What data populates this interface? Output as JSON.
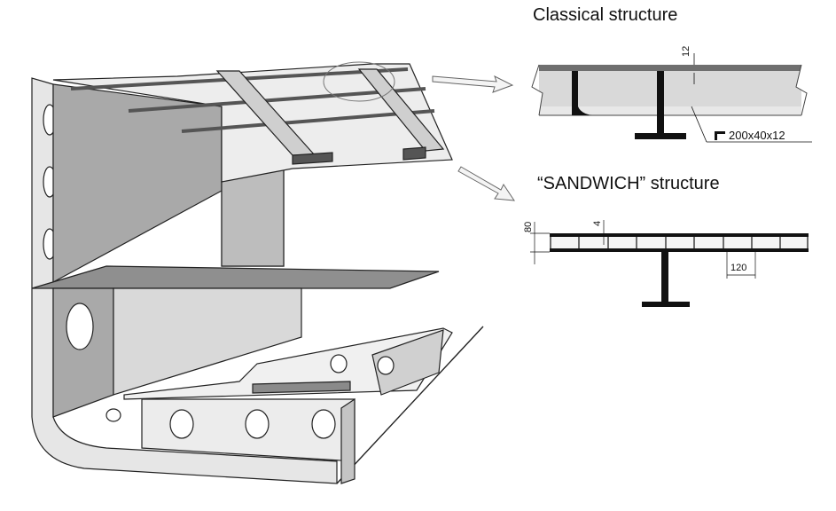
{
  "classical": {
    "title": "Classical structure",
    "plate_thickness": "12",
    "stiffener_profile": "200x40x12"
  },
  "sandwich": {
    "title": "“SANDWICH” structure",
    "panel_height": "80",
    "face_thickness": "4",
    "cell_spacing": "120"
  },
  "colors": {
    "plate_dark": "#6f6f6f",
    "panel_light": "#d9d9d9",
    "hull_mid": "#a9a9a9",
    "steel_black": "#111111"
  }
}
